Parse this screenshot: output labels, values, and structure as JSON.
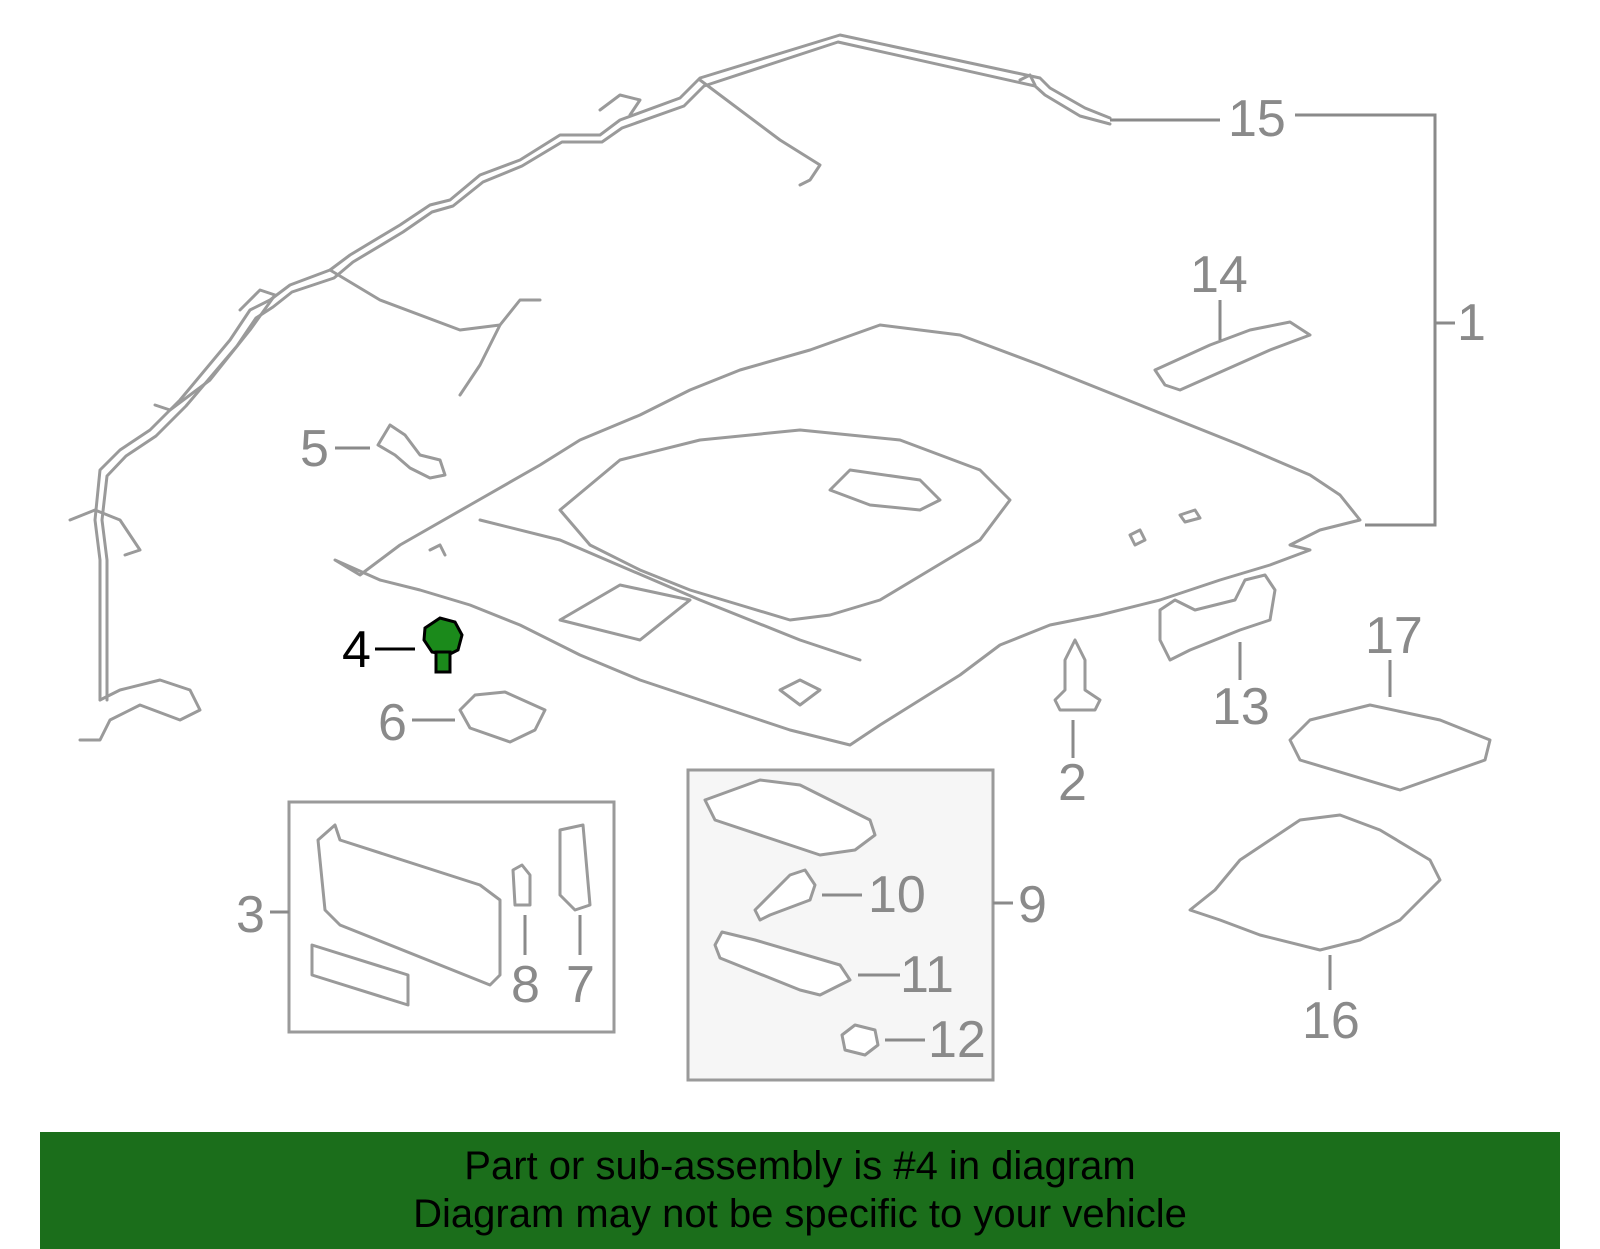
{
  "callouts": {
    "c1": "1",
    "c2": "2",
    "c3": "3",
    "c4": "4",
    "c5": "5",
    "c6": "6",
    "c7": "7",
    "c8": "8",
    "c9": "9",
    "c10": "10",
    "c11": "11",
    "c12": "12",
    "c13": "13",
    "c14": "14",
    "c15": "15",
    "c16": "16",
    "c17": "17"
  },
  "highlight": {
    "part": "4",
    "color": "#1b8a1b"
  },
  "banner": {
    "line1": "Part or sub-assembly is #4 in diagram",
    "line2": "Diagram may not be specific to your vehicle",
    "background": "#1b6e1b"
  }
}
